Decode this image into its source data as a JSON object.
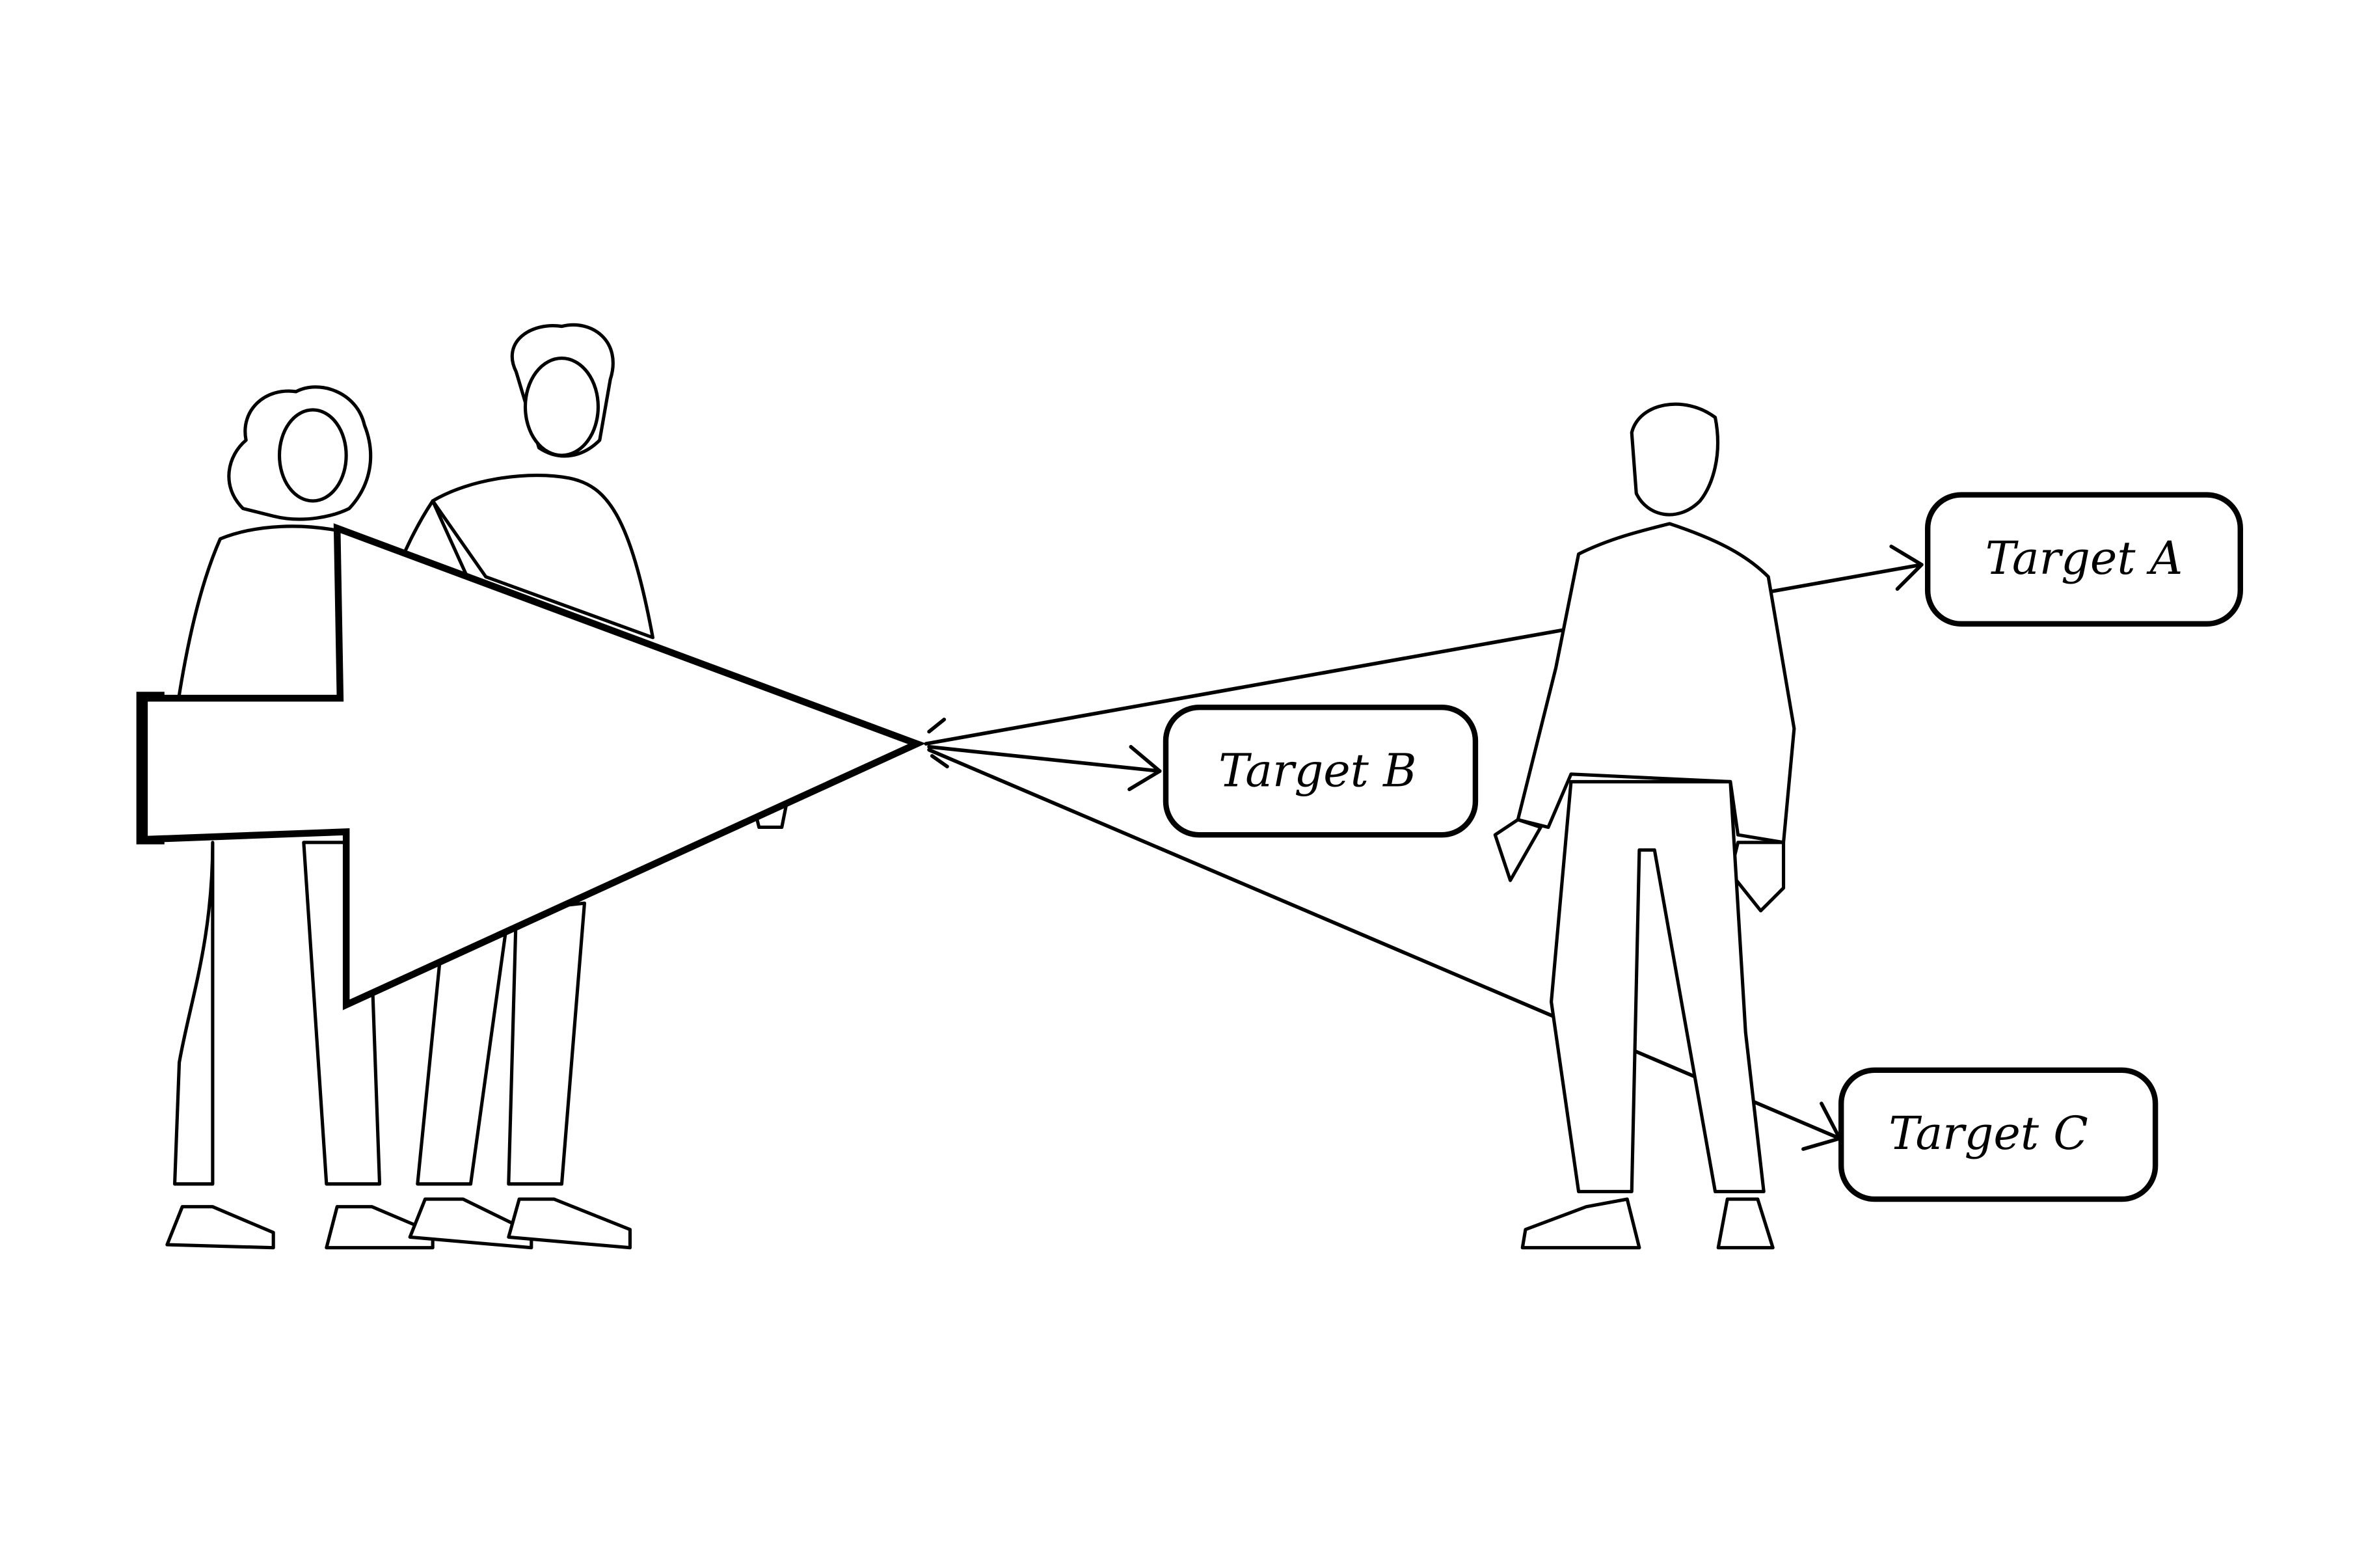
{
  "targets": {
    "a": {
      "label": "Target A"
    },
    "b": {
      "label": "Target B"
    },
    "c": {
      "label": "Target C"
    }
  },
  "colors": {
    "stroke": "#000000",
    "background": "#ffffff"
  }
}
